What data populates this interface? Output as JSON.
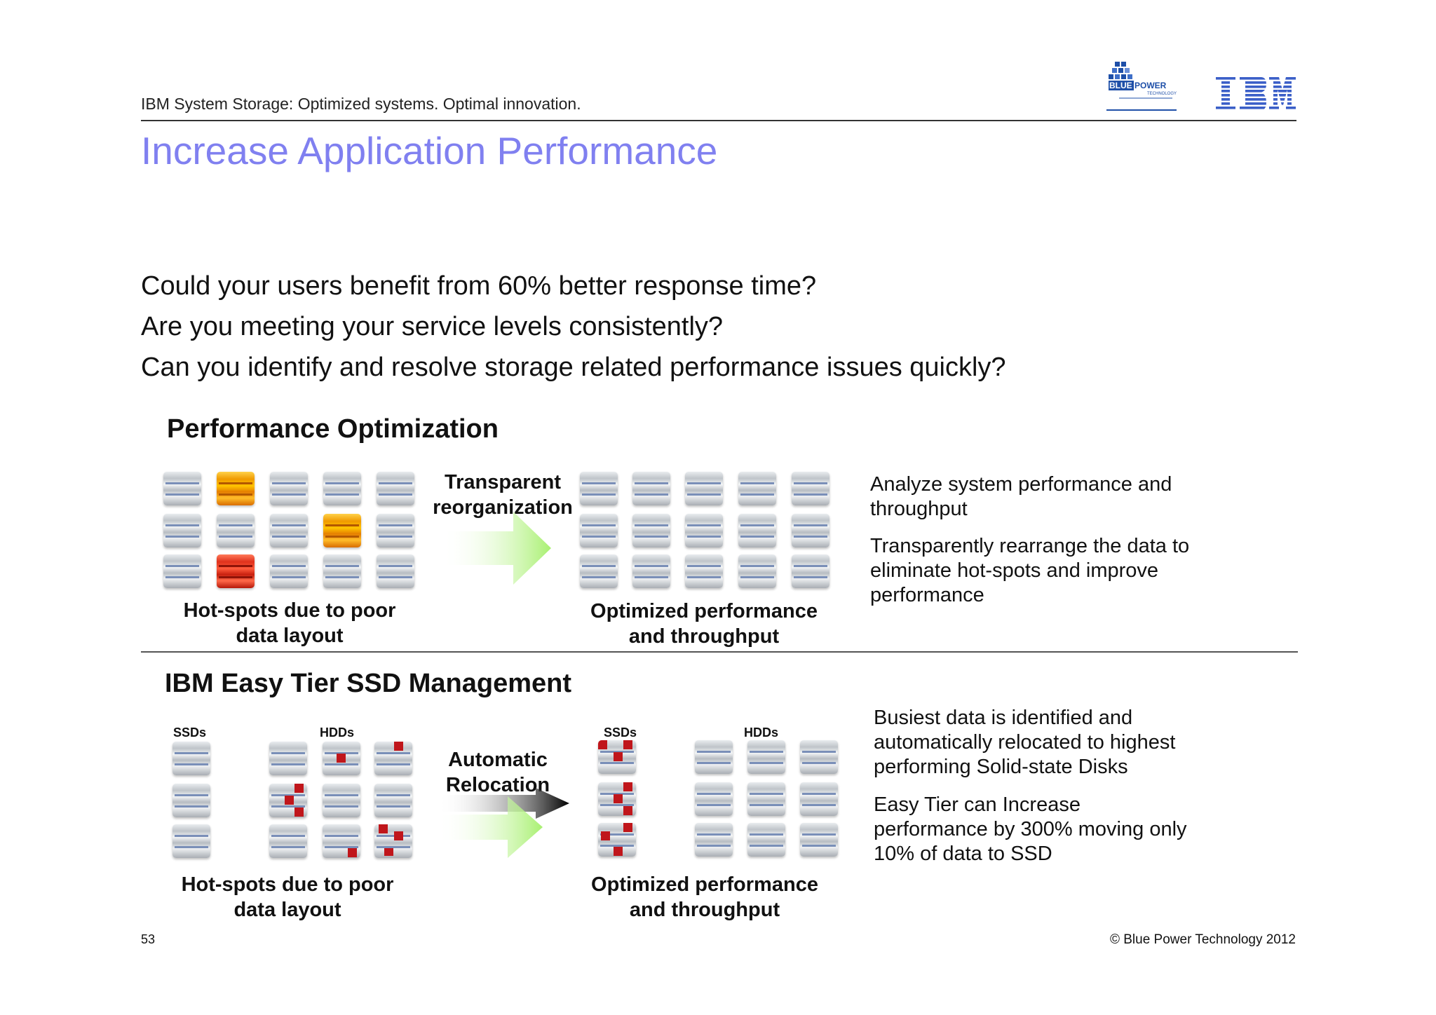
{
  "header": {
    "subtitle": "IBM System Storage: Optimized systems. Optimal innovation.",
    "logos": [
      {
        "name": "bluepower-logo",
        "text": "BLUEPOWER",
        "sub": "TECHNOLOGY"
      },
      {
        "name": "ibm-logo",
        "text": "IBM"
      }
    ]
  },
  "title": "Increase Application Performance",
  "questions": [
    "Could your users benefit from 60% better response time?",
    "Are you meeting your service levels consistently?",
    "Can you identify and resolve storage related performance issues quickly?"
  ],
  "section1": {
    "title": "Performance Optimization",
    "arrow_label_line1": "Transparent",
    "arrow_label_line2": "reorganization",
    "left_caption_line1": "Hot-spots due to poor",
    "left_caption_line2": "data layout",
    "right_caption_line1": "Optimized performance",
    "right_caption_line2": "and throughput",
    "desc1_line1": "Analyze system performance and",
    "desc1_line2": "throughput",
    "desc2_line1": "Transparently rearrange the data to",
    "desc2_line2": "eliminate hot-spots and improve",
    "desc2_line3": "performance"
  },
  "section2": {
    "title": "IBM Easy Tier SSD Management",
    "ssd_label": "SSDs",
    "hdd_label": "HDDs",
    "arrow_label_line1": "Automatic",
    "arrow_label_line2": "Relocation",
    "left_caption_line1": "Hot-spots due to poor",
    "left_caption_line2": "data layout",
    "right_caption_line1": "Optimized performance",
    "right_caption_line2": "and throughput",
    "desc1_line1": "Busiest data is identified and",
    "desc1_line2": "automatically relocated to highest",
    "desc1_line3": "performing Solid-state Disks",
    "desc2_line1": "Easy Tier can Increase",
    "desc2_line2": "performance by 300% moving only",
    "desc2_line3": "10% of data to SSD"
  },
  "footer": {
    "page_number": "53",
    "copyright": "© Blue Power Technology 2012"
  }
}
